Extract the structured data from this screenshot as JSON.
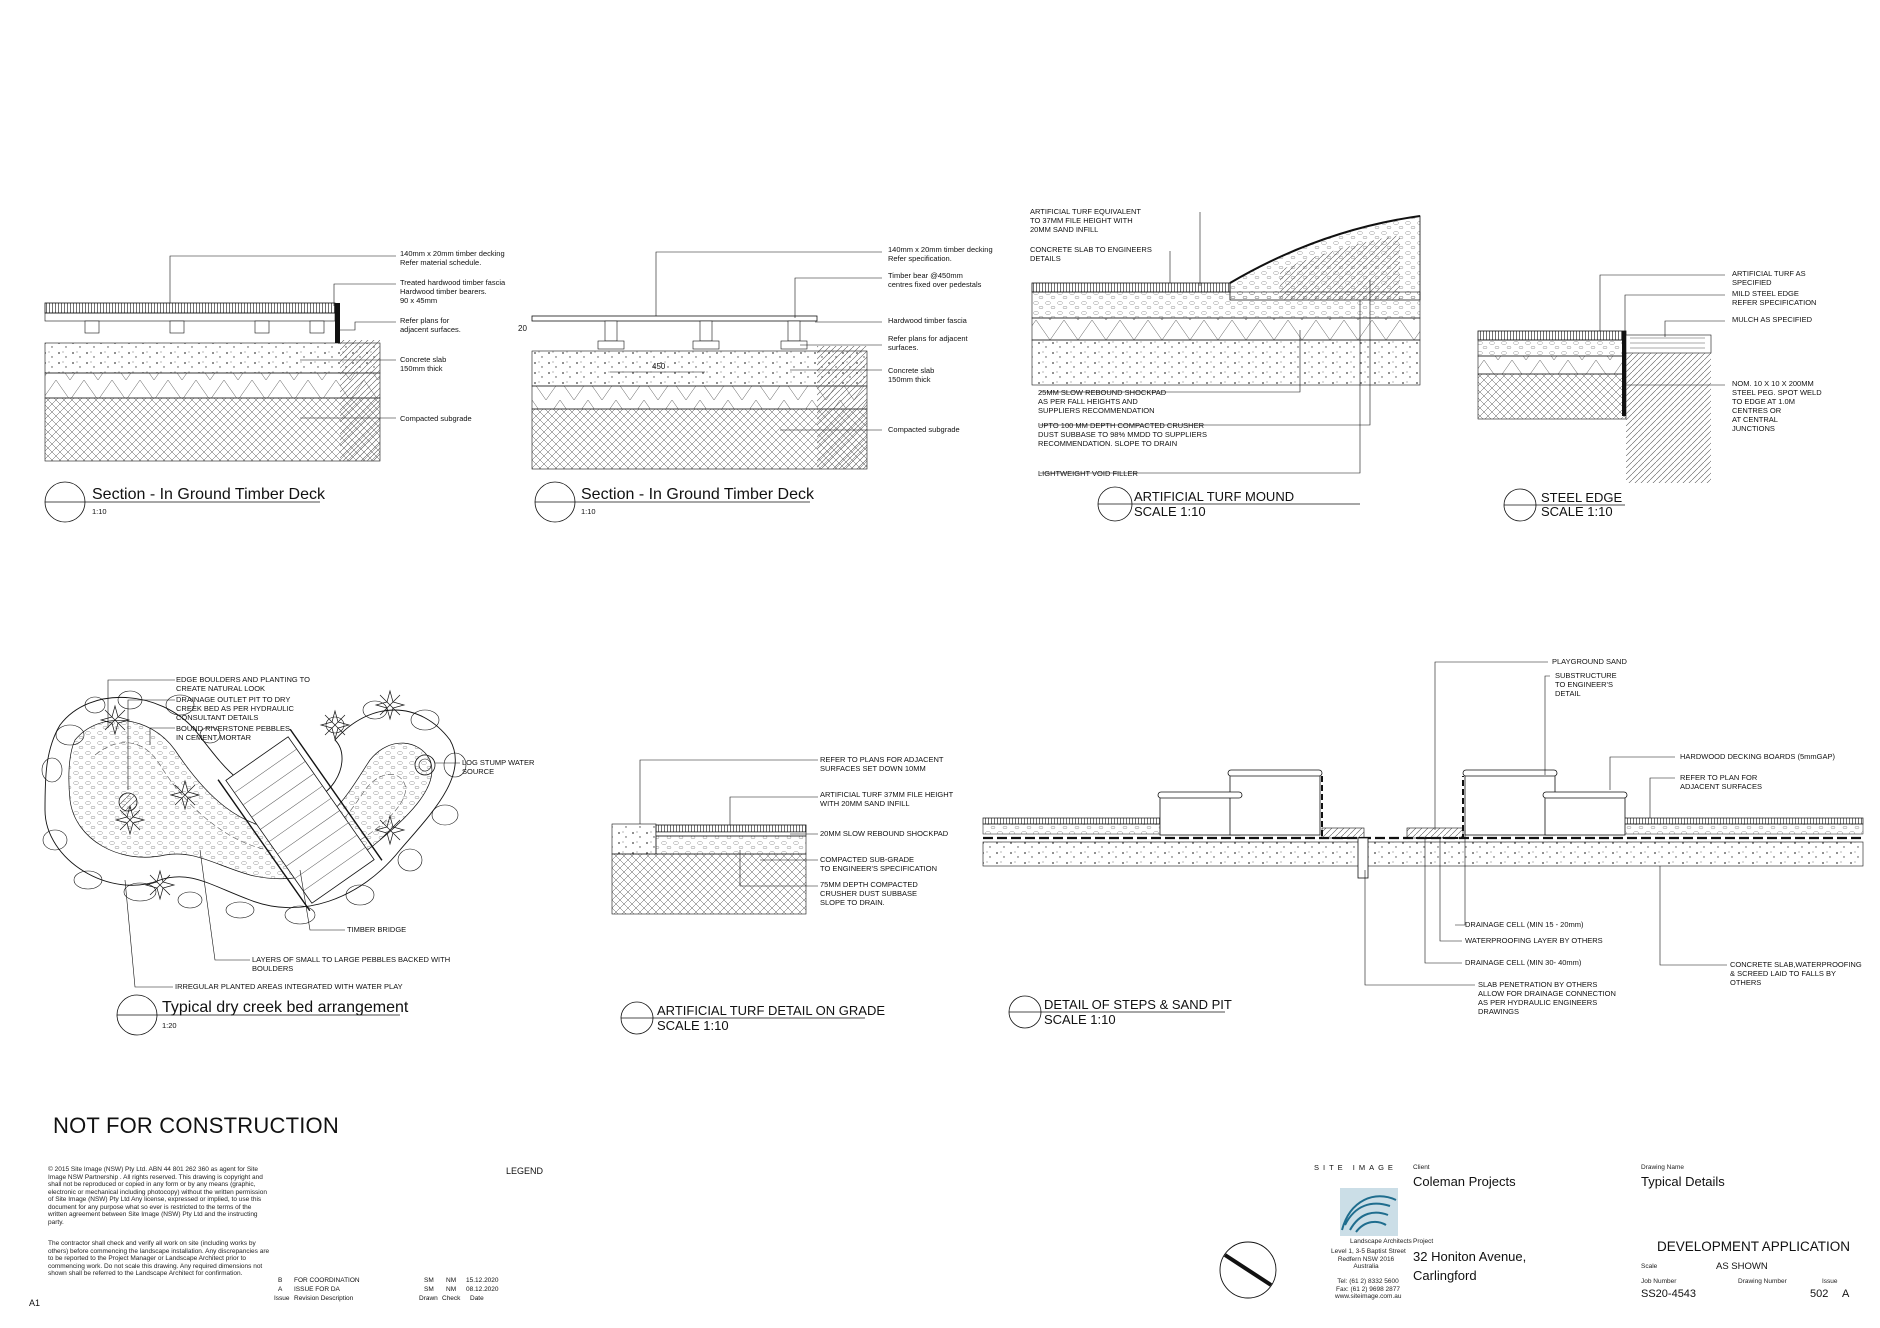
{
  "notice": "NOT FOR CONSTRUCTION",
  "sheet_size": "A1",
  "details": [
    {
      "title": "Section - In Ground Timber Deck",
      "scale": "1:10",
      "notes": [
        "140mm x 20mm timber decking",
        "Refer material schedule.",
        "Treated hardwood timber fascia",
        "Hardwood timber bearers.",
        "90 x 45mm",
        "Refer plans for",
        "adjacent surfaces.",
        "Concrete slab",
        "150mm thick",
        "Compacted subgrade"
      ]
    },
    {
      "title": "Section - In Ground Timber Deck",
      "scale": "1:10",
      "dims": [
        "20",
        "450"
      ],
      "notes": [
        "140mm x 20mm timber decking",
        "Refer specification.",
        "Timber bear @450mm",
        "centres fixed over pedestals",
        "Hardwood timber fascia",
        "Refer plans for adjacent",
        "surfaces.",
        "Concrete slab",
        "150mm thick",
        "Compacted subgrade"
      ]
    },
    {
      "title": "ARTIFICIAL TURF MOUND",
      "scale": "SCALE 1:10",
      "notes": [
        "ARTIFICIAL TURF EQUIVALENT",
        "TO 37MM FILE HEIGHT WITH",
        "20MM SAND INFILL",
        "CONCRETE SLAB TO ENGINEERS",
        "DETAILS",
        "25MM SLOW REBOUND SHOCKPAD",
        "AS PER FALL HEIGHTS AND",
        "SUPPLIERS RECOMMENDATION",
        "UPTO 100 MM DEPTH COMPACTED CRUSHER",
        "DUST SUBBASE TO 98% MMDD TO SUPPLIERS",
        "RECOMMENDATION. SLOPE TO DRAIN",
        "LIGHTWEIGHT VOID FILLER"
      ]
    },
    {
      "title": "STEEL EDGE",
      "scale": "SCALE 1:10",
      "notes": [
        "ARTIFICIAL TURF AS",
        "SPECIFIED",
        "MILD STEEL EDGE",
        "REFER SPECIFICATION",
        "MULCH AS SPECIFIED",
        "NOM. 10 X 10 X 200MM",
        "STEEL PEG. SPOT WELD",
        "TO EDGE AT 1.0M",
        "CENTRES OR",
        "AT CENTRAL",
        "JUNCTIONS"
      ]
    },
    {
      "title": "Typical dry creek bed arrangement",
      "scale": "1:20",
      "notes": [
        "EDGE BOULDERS AND PLANTING TO",
        "CREATE NATURAL LOOK",
        "DRAINAGE OUTLET PIT TO DRY",
        "CREEK BED AS PER HYDRAULIC",
        "CONSULTANT DETAILS",
        "BOUND RIVERSTONE PEBBLES",
        "IN CEMENT MORTAR",
        "LOG STUMP WATER",
        "SOURCE",
        "TIMBER BRIDGE",
        "LAYERS OF SMALL TO LARGE PEBBLES BACKED WITH",
        "BOULDERS",
        "IRREGULAR PLANTED AREAS INTEGRATED WITH WATER PLAY"
      ]
    },
    {
      "title": "ARTIFICIAL TURF DETAIL ON GRADE",
      "scale": "SCALE 1:10",
      "notes": [
        "REFER TO PLANS FOR ADJACENT",
        "SURFACES SET DOWN 10MM",
        "ARTIFICIAL TURF 37MM FILE HEIGHT",
        "WITH 20MM SAND INFILL",
        "20MM SLOW REBOUND SHOCKPAD",
        "COMPACTED SUB-GRADE",
        "TO ENGINEER'S SPECIFICATION",
        "75MM DEPTH COMPACTED",
        "CRUSHER DUST SUBBASE",
        "SLOPE TO DRAIN"
      ]
    },
    {
      "title": "DETAIL OF STEPS & SAND PIT",
      "scale": "SCALE 1:10",
      "notes": [
        "PLAYGROUND SAND",
        "SUBSTRUCTURE",
        "TO ENGINEER'S",
        "DETAIL",
        "HARDWOOD DECKING BOARDS (5mmGAP)",
        "REFER TO PLAN FOR",
        "ADJACENT SURFACES",
        "DRAINAGE CELL (MIN 15 - 20mm)",
        "WATERPROOFING LAYER BY OTHERS",
        "DRAINAGE CELL (MIN 30- 40mm)",
        "SLAB PENETRATION BY OTHERS",
        "ALLOW FOR DRAINAGE CONNECTION",
        "AS PER HYDRAULIC ENGINEERS",
        "DRAWINGS",
        "CONCRETE SLAB,WATERPROOFING",
        "& SCREED LAID TO FALLS BY",
        "OTHERS"
      ]
    }
  ],
  "title_block": {
    "copyright": [
      "© 2015 Site Image (NSW) Pty Ltd. ABN 44 801 262 360 as agent for Site",
      "Image NSW Partnership . All rights reserved. This drawing is copyright and",
      "shall not be reproduced or copied in any form or by any means (graphic,",
      "electronic or mechanical including photocopy) without the written permission",
      "of Site Image (NSW) Pty Ltd Any license, expressed or implied, to use this",
      "document for any purpose what so ever is restricted to the terms of the",
      "written agreement between Site Image (NSW) Pty Ltd and the instructing",
      "party."
    ],
    "contractor_note": [
      "The contractor shall check and verify all work on site (including works by",
      "others) before commencing the landscape installation. Any discrepancies are",
      "to be reported to the Project Manager or Landscape Architect prior to",
      "commencing work. Do not scale this drawing. Any required dimensions not",
      "shown shall be referred to the Landscape Architect for confirmation."
    ],
    "legend_label": "LEGEND",
    "revisions": [
      {
        "issue": "B",
        "description": "FOR COORDINATION",
        "drawn": "SM",
        "check": "NM",
        "date": "15.12.2020"
      },
      {
        "issue": "A",
        "description": "ISSUE FOR DA",
        "drawn": "SM",
        "check": "NM",
        "date": "08.12.2020"
      }
    ],
    "revision_headers": {
      "issue": "Issue",
      "description": "Revision Description",
      "drawn": "Drawn",
      "check": "Check",
      "date": "Date"
    },
    "firm": "SITE IMAGE",
    "firm_sub": "Landscape Architects",
    "firm_address": [
      "Level 1, 3-5 Baptist Street",
      "Redfern NSW 2016",
      "Australia"
    ],
    "firm_contact": [
      "Tel: (61 2) 8332 5600",
      "Fax: (61 2) 9698 2877",
      "www.siteimage.com.au"
    ],
    "client_label": "Client",
    "client": "Coleman Projects",
    "project_label": "Project",
    "project_line1": "32 Honiton Avenue,",
    "project_line2": "Carlingford",
    "drawing_name_label": "Drawing Name",
    "drawing_name": "Typical Details",
    "status": "DEVELOPMENT APPLICATION",
    "scale_label": "Scale",
    "scale": "AS SHOWN",
    "job_number_label": "Job Number",
    "job_number": "SS20-4543",
    "drawing_number_label": "Drawing Number",
    "drawing_number": "502",
    "issue_label": "Issue",
    "issue": "A"
  }
}
